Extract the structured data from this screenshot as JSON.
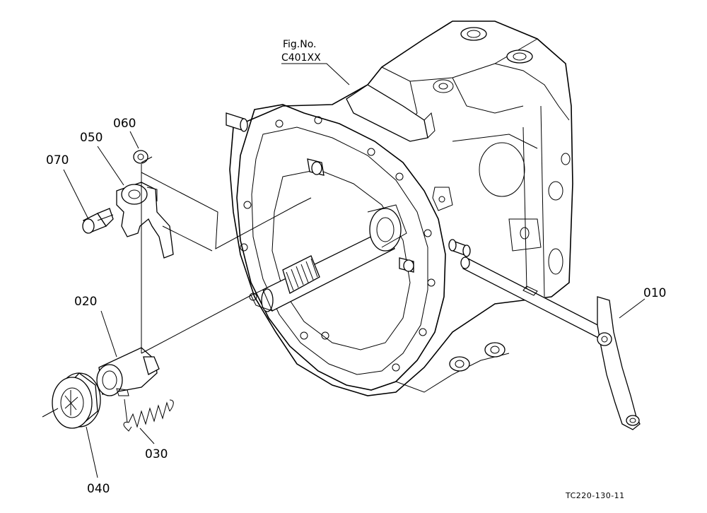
{
  "figure_ref": {
    "label": "Fig.No.",
    "number": "C401XX"
  },
  "parts": [
    {
      "id": "010",
      "name": "shift-rod-lever"
    },
    {
      "id": "020",
      "name": "release-hub"
    },
    {
      "id": "030",
      "name": "spring"
    },
    {
      "id": "040",
      "name": "release-bearing"
    },
    {
      "id": "050",
      "name": "release-fork"
    },
    {
      "id": "060",
      "name": "washer"
    },
    {
      "id": "070",
      "name": "bolt"
    }
  ],
  "drawing_code": "TC220-130-11"
}
